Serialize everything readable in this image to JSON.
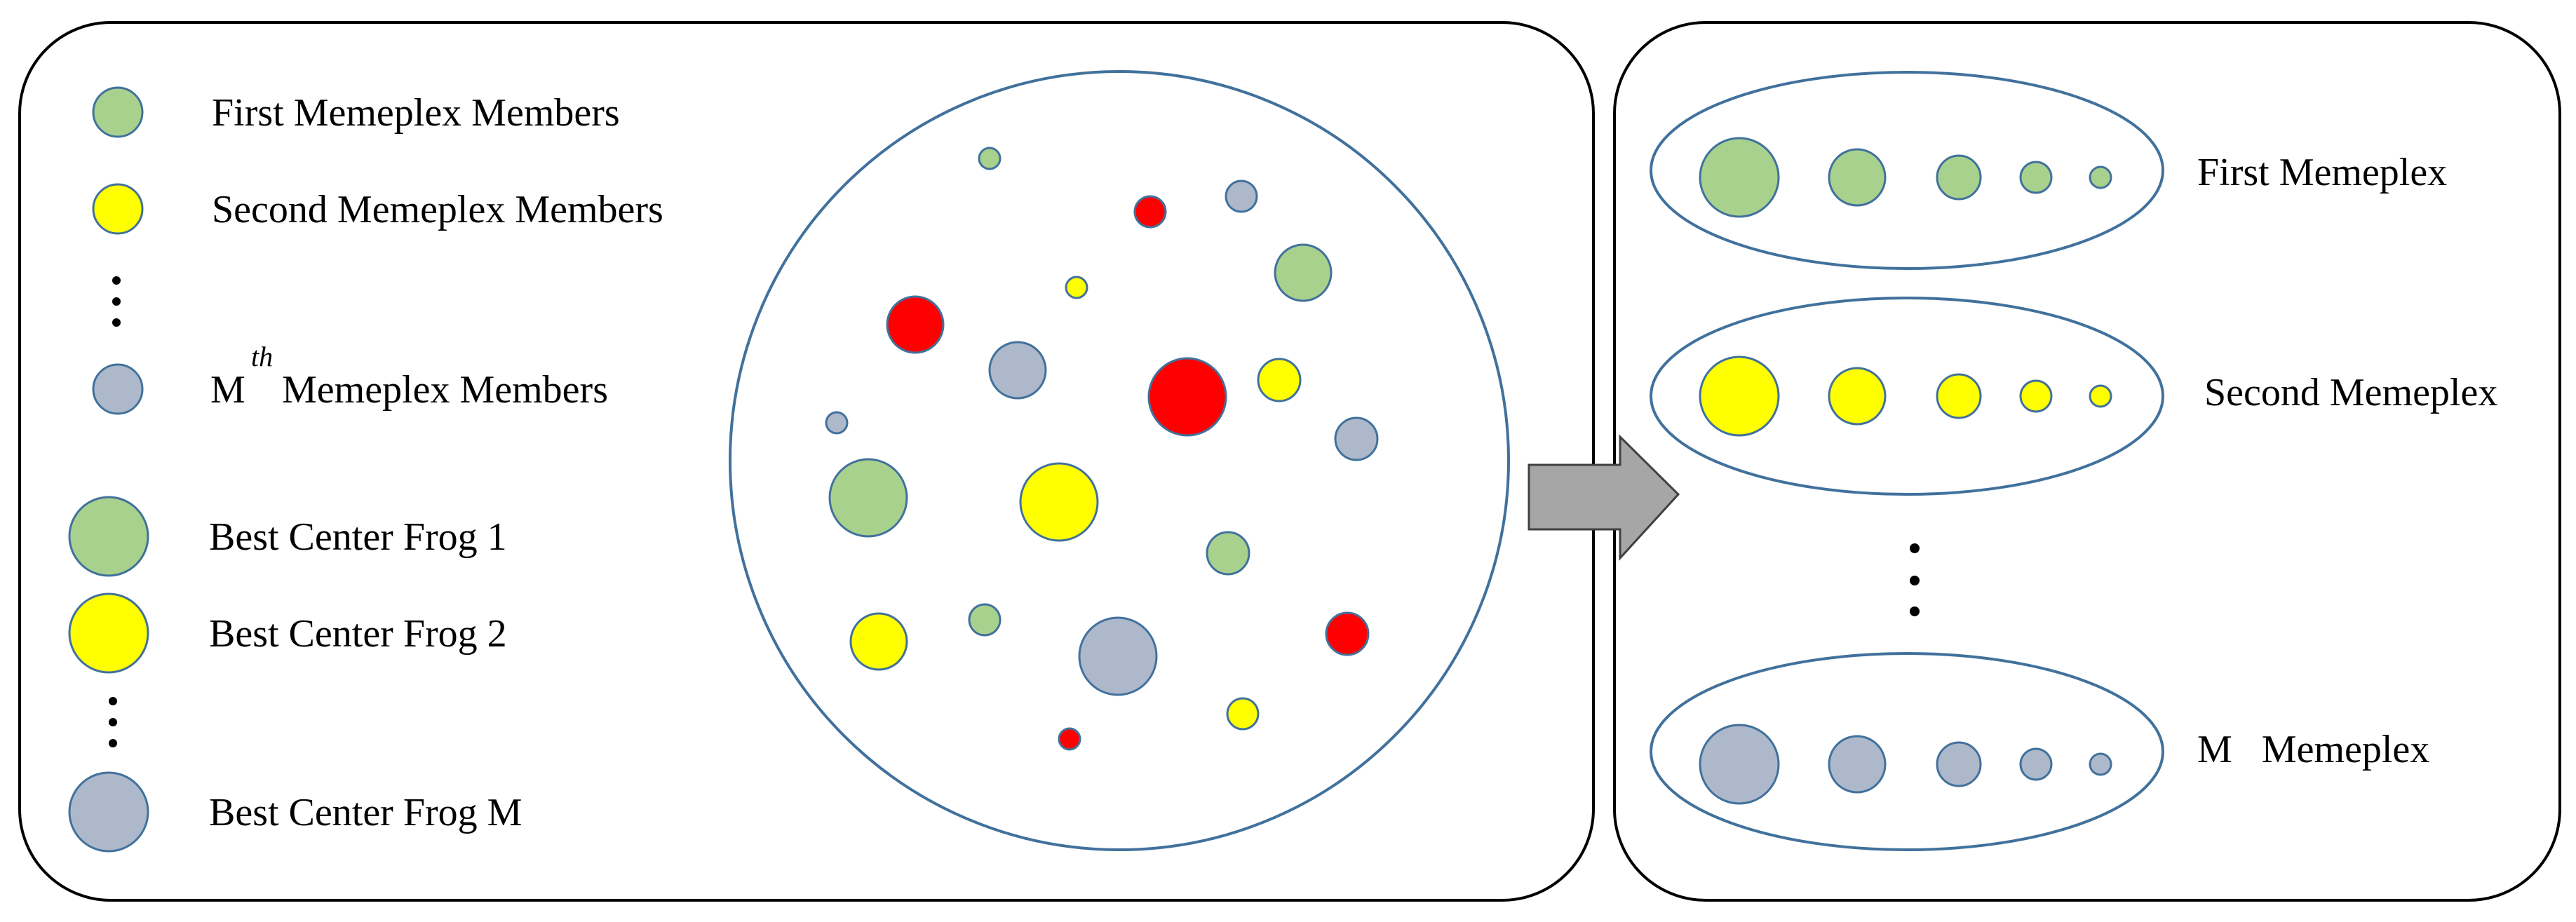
{
  "colors": {
    "first": "#A9D18E",
    "second": "#FFFF00",
    "mth": "#ADB9CA",
    "red": "#FF0000",
    "stroke": "#41719C",
    "panel_border": "#000000",
    "arrow_fill": "#A6A6A6",
    "arrow_stroke": "#404040"
  },
  "legend": {
    "first_members": "First Memeplex Members",
    "second_members": "Second Memeplex Members",
    "mth_prefix": "M",
    "mth_sup": "th",
    "mth_members": "Memeplex Members",
    "best_1": "Best Center Frog 1",
    "best_2": "Best Center Frog 2",
    "best_m": "Best Center Frog M"
  },
  "population": {
    "frogs": [
      {
        "group": "first",
        "size": "tiny"
      },
      {
        "group": "red",
        "size": "small"
      },
      {
        "group": "mth",
        "size": "small"
      },
      {
        "group": "first",
        "size": "large"
      },
      {
        "group": "second",
        "size": "tiny"
      },
      {
        "group": "red",
        "size": "large"
      },
      {
        "group": "mth",
        "size": "large"
      },
      {
        "group": "red",
        "size": "huge"
      },
      {
        "group": "second",
        "size": "medium"
      },
      {
        "group": "mth",
        "size": "tiny"
      },
      {
        "group": "mth",
        "size": "medium"
      },
      {
        "group": "first",
        "size": "huge"
      },
      {
        "group": "second",
        "size": "huge"
      },
      {
        "group": "first",
        "size": "medium"
      },
      {
        "group": "second",
        "size": "large"
      },
      {
        "group": "first",
        "size": "small"
      },
      {
        "group": "mth",
        "size": "huge"
      },
      {
        "group": "red",
        "size": "medium"
      },
      {
        "group": "second",
        "size": "small"
      },
      {
        "group": "red",
        "size": "tiny"
      }
    ]
  },
  "memeplexes": [
    {
      "label": "First Memeplex",
      "group": "first"
    },
    {
      "label": "Second Memeplex",
      "group": "second"
    },
    {
      "label": "M   Memeplex",
      "group": "mth"
    }
  ]
}
